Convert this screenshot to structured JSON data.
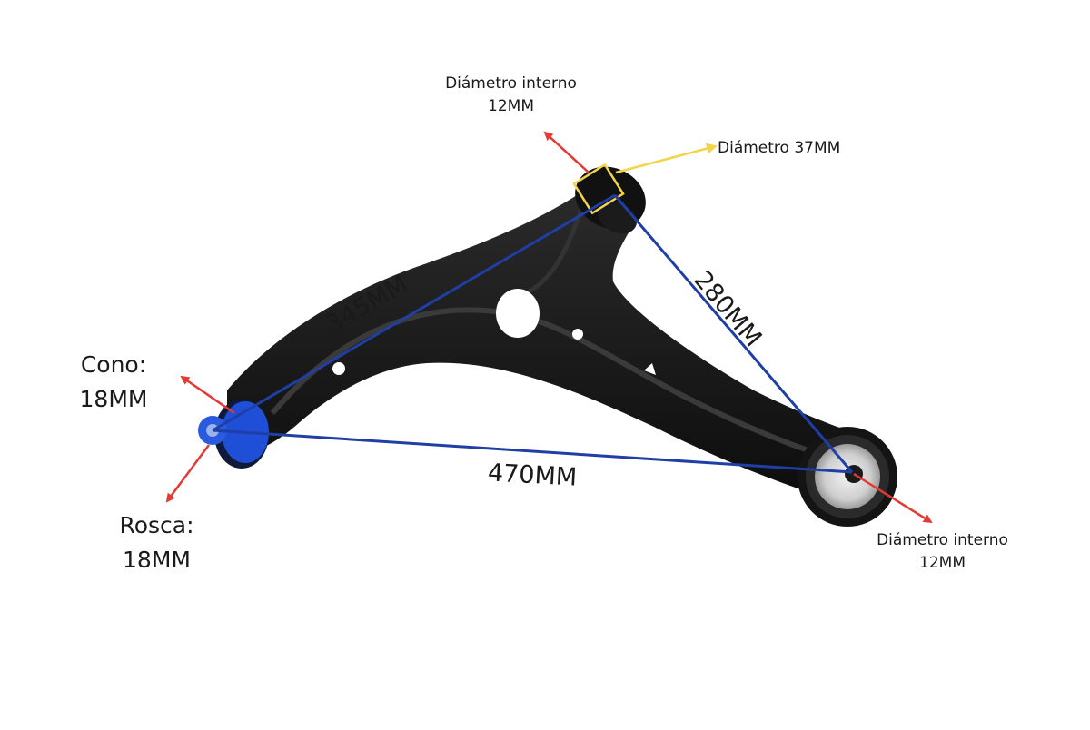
{
  "labels": {
    "inner_top_l1": "Diámetro interno",
    "inner_top_l2": "12MM",
    "outer_diam": "Diámetro 37MM",
    "cone_l1": "Cono:",
    "cone_l2": "18MM",
    "thread_l1": "Rosca:",
    "thread_l2": "18MM",
    "inner_right_l1": "Diámetro interno",
    "inner_right_l2": "12MM"
  },
  "dimensions": {
    "d345": "345MM",
    "d280": "280MM",
    "d470": "470MM"
  },
  "colors": {
    "measure_line": "#1f3fa6",
    "arrow_red": "#e53935",
    "arrow_yellow": "#f2d54a",
    "part_body": "#141414",
    "ball_joint": "#1e4fd6"
  }
}
